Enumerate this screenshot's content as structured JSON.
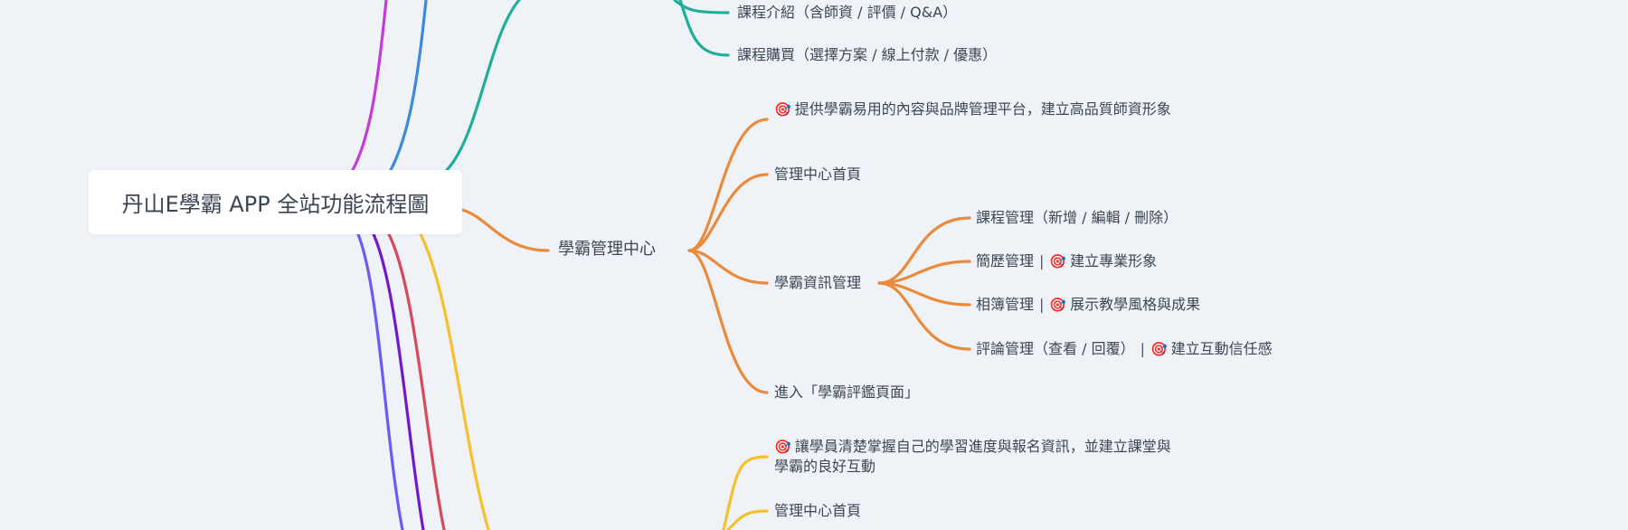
{
  "root": {
    "title": "丹山E學霸 APP 全站功能流程圖"
  },
  "course_branch": {
    "color": "#1fae9b",
    "items": [
      "課程介紹（含師資 / 評價 / Q&A）",
      "課程購買（選擇方案 / 線上付款 / 優惠）"
    ]
  },
  "tutor_center": {
    "color": "#ea8a3a",
    "label": "學霸管理中心",
    "goal": {
      "emoji": "🎯",
      "text": "提供學霸易用的內容與品牌管理平台，建立高品質師資形象"
    },
    "home": "管理中心首頁",
    "info": {
      "label": "學霸資訊管理",
      "children": [
        {
          "text": "課程管理（新增 / 編輯 / 刪除）"
        },
        {
          "text": "簡歷管理",
          "sep": "|",
          "emoji": "🎯",
          "goal": "建立專業形象"
        },
        {
          "text": "相簿管理",
          "sep": "|",
          "emoji": "🎯",
          "goal": "展示教學風格與成果"
        },
        {
          "text": "評論管理（查看 / 回覆）",
          "sep": "|",
          "emoji": "🎯",
          "goal": "建立互動信任感"
        }
      ]
    },
    "enter": "進入「學霸評鑑頁面」"
  },
  "student_center": {
    "color": "#f5c02a",
    "goal": {
      "emoji": "🎯",
      "text": "讓學員清楚掌握自己的學習進度與報名資訊，並建立課堂與學霸的良好互動"
    },
    "home": "管理中心首頁"
  },
  "branch_colors": [
    "#c33bd8",
    "#3a8ae0",
    "#1fae9b",
    "#ea8a3a",
    "#6a5cf6",
    "#7418cc",
    "#d84a5a",
    "#f5c02a"
  ]
}
